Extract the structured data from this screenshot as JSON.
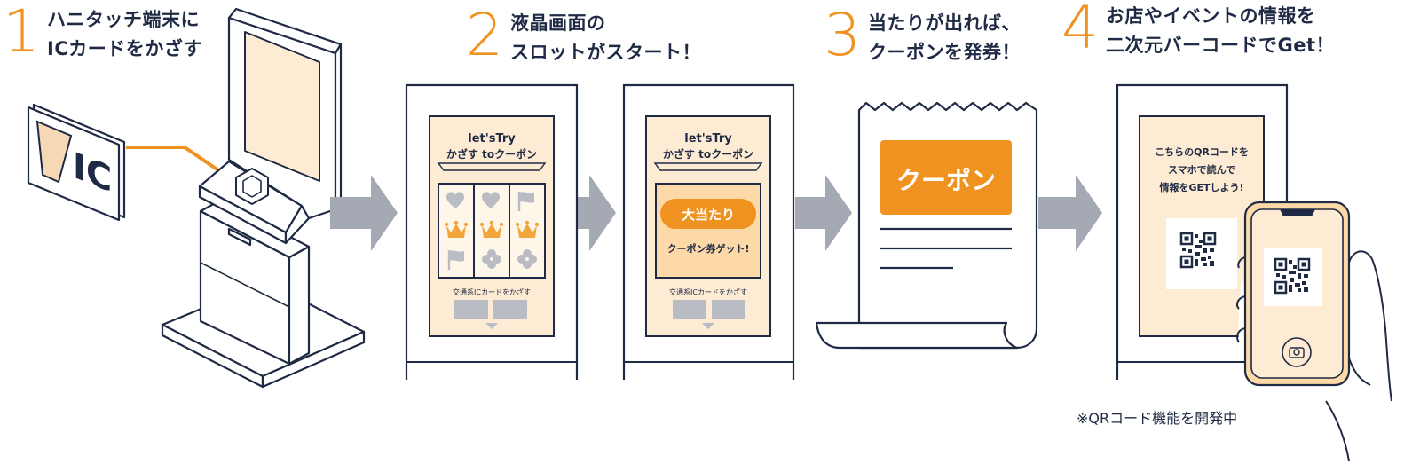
{
  "steps": [
    {
      "number": "1",
      "line1": "ハニタッチ端末に",
      "line2": "ICカードをかざす"
    },
    {
      "number": "2",
      "line1": "液晶画面の",
      "line2": "スロットがスタート！"
    },
    {
      "number": "3",
      "line1": "当たりが出れば、",
      "line2": "クーポンを発券！"
    },
    {
      "number": "4",
      "line1": "お店やイベントの情報を",
      "line2": "二次元バーコードでGet！"
    }
  ],
  "ic_card": {
    "label": "IC"
  },
  "slot_screen": {
    "title1": "let'sTry",
    "title2": "かざす toクーポン",
    "footer": "交通系ICカードをかざす",
    "reels": [
      "heart",
      "heart",
      "flag",
      "crown",
      "crown",
      "crown",
      "flag",
      "clover",
      "clover"
    ]
  },
  "win_screen": {
    "title1": "let'sTry",
    "title2": "かざす toクーポン",
    "badge": "大当たり",
    "message": "クーポン券ゲット!",
    "footer": "交通系ICカードをかざす"
  },
  "coupon": {
    "label": "クーポン"
  },
  "qr_screen": {
    "line1": "こちらのQRコードを",
    "line2": "スマホで読んで",
    "line3": "情報をGETしよう!"
  },
  "note": "※QRコード機能を開発中",
  "colors": {
    "accent": "#f0921f",
    "navy": "#1f2a44",
    "arrow": "#a4a9b4",
    "cream": "#fdebd3",
    "paper": "#fff6ea"
  }
}
